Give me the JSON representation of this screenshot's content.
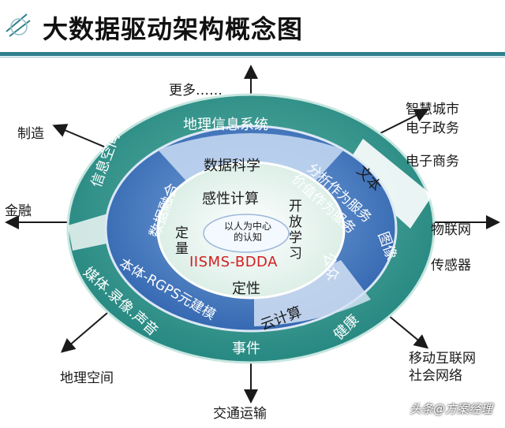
{
  "title": "大数据驱动架构概念图",
  "outer_labels": {
    "more": "更多……",
    "manufacturing": "制造",
    "finance": "金融",
    "geo_space": "地理空间",
    "transport": "交通运输",
    "mobile_internet": "移动互联网",
    "social_network": "社会网络",
    "sensor": "传感器",
    "iot": "物联网",
    "ecommerce": "电子商务",
    "smart_city": "智慧城市",
    "egov": "电子政务"
  },
  "ring_outer": {
    "top": "地理信息系统",
    "left": "信息空间",
    "bottom_left": "媒体.录像.声音",
    "bottom": "事件",
    "bottom_right": "健康",
    "right": "图像",
    "upper_right": "文本"
  },
  "ring_middle": {
    "top": "数据科学",
    "left": "数据融合",
    "bottom_left": "本体-RGPS元建模",
    "bottom_right": "云计算",
    "right": "公众",
    "upper_right_1": "分析作为服务",
    "upper_right_2": "价值作为服务"
  },
  "core": {
    "top": "感性计算",
    "left": "定量",
    "right": "开放学习",
    "bottom": "定性",
    "center": "以人为中心的认知",
    "model": "IISMS-BDDA"
  },
  "watermark": "头条@方案经理",
  "colors": {
    "outer_ring": "#2f8f8a",
    "middle_ring": "#3b72b8",
    "core": "#e7f3ee",
    "model_text": "#d21f1f"
  }
}
